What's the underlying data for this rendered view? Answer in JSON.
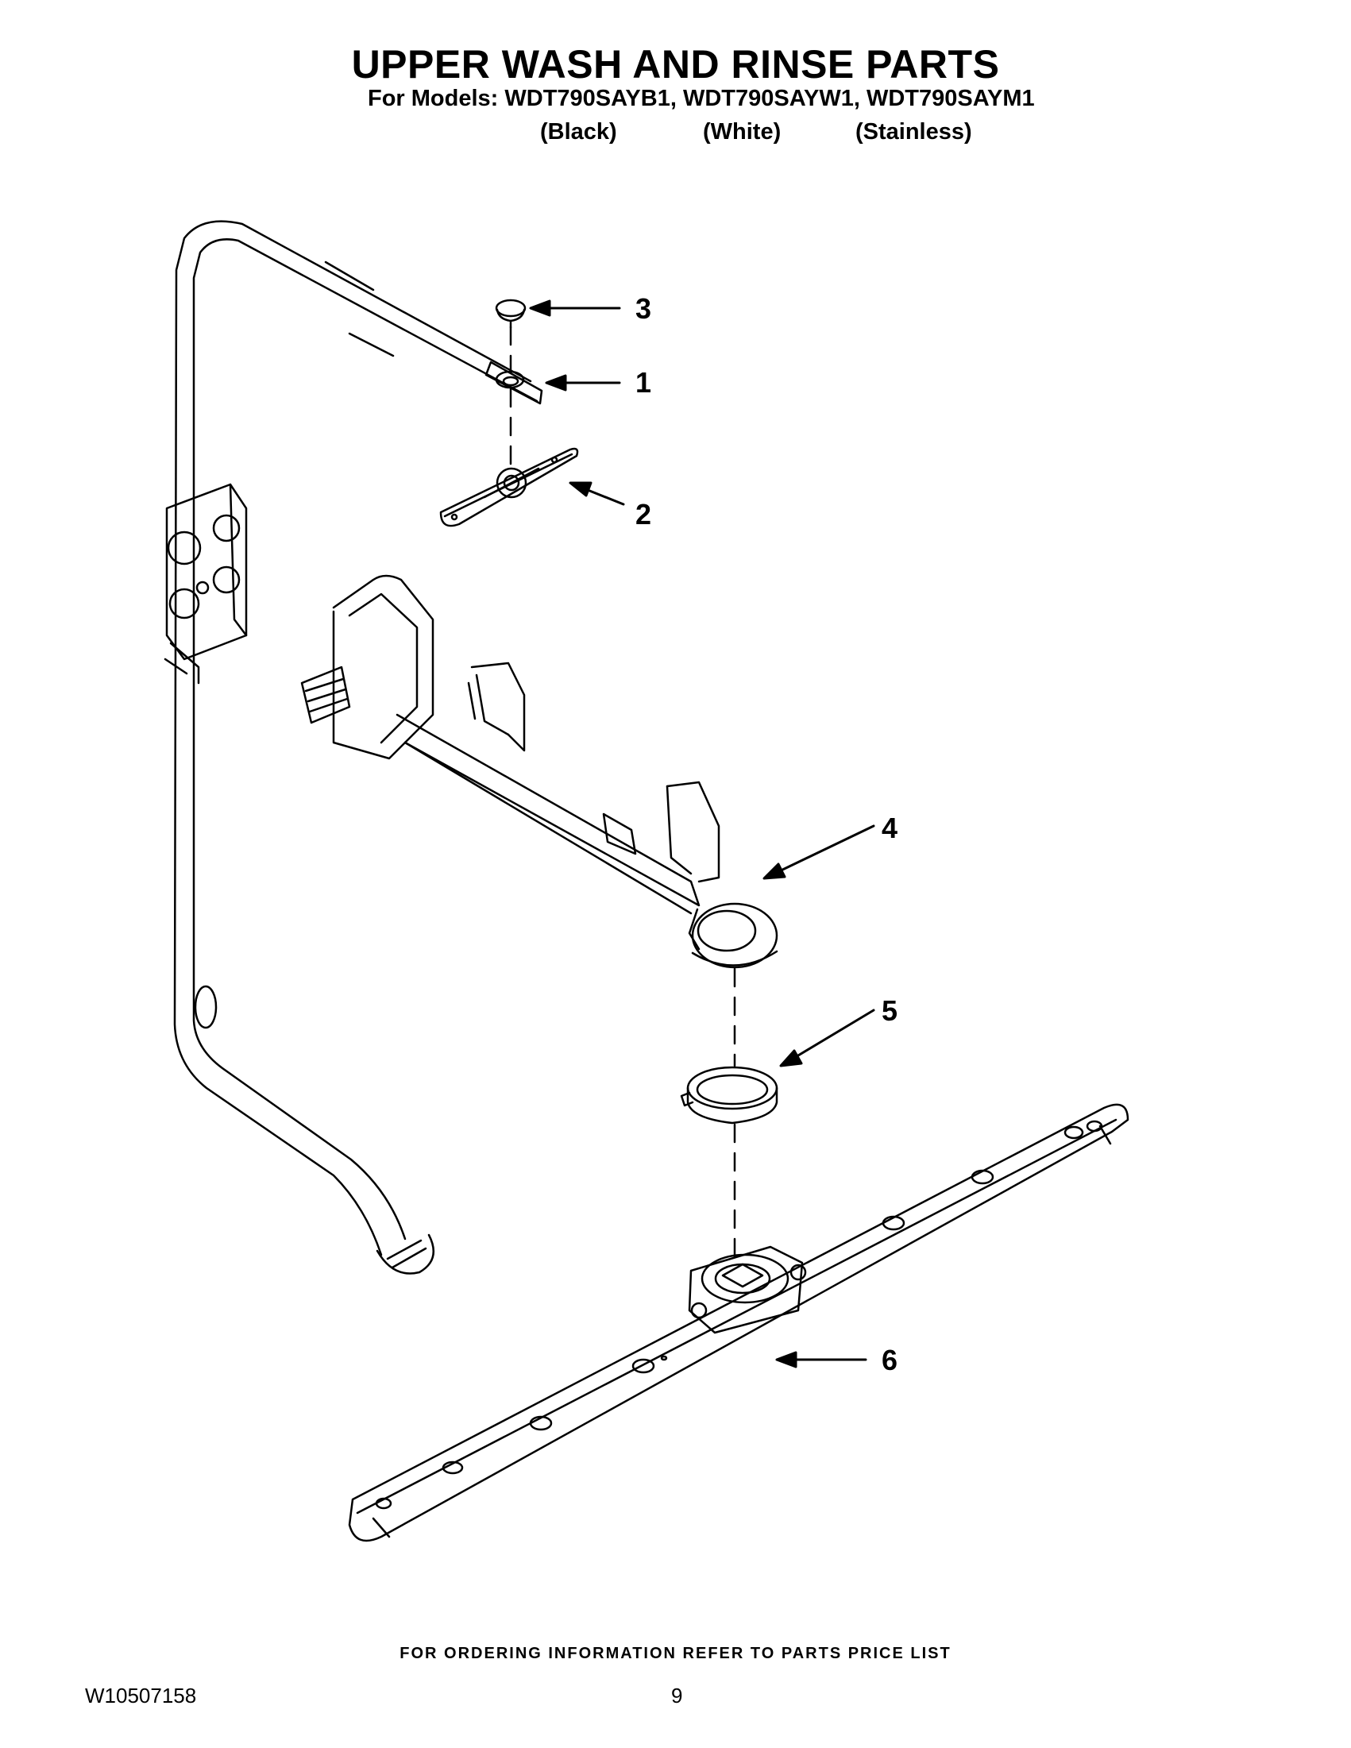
{
  "header": {
    "title": "UPPER WASH AND RINSE PARTS",
    "models_line": "For Models: WDT790SAYB1, WDT790SAYW1, WDT790SAYM1",
    "finishes": [
      "(Black)",
      "(White)",
      "(Stainless)"
    ]
  },
  "callouts": [
    "3",
    "1",
    "2",
    "4",
    "5",
    "6"
  ],
  "footer": {
    "ordering_note": "FOR ORDERING INFORMATION REFER TO PARTS PRICE LIST",
    "document_number": "W10507158",
    "page_number": "9"
  }
}
